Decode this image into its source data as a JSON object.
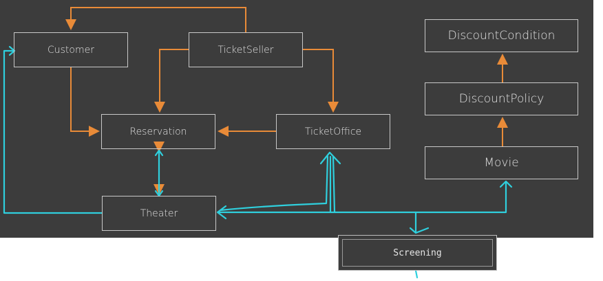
{
  "diagram": {
    "colors": {
      "background": "#3c3c3c",
      "box_border": "#c9c9c9",
      "orange_arrow": "#e98b38",
      "cyan_annotation": "#2fd0de"
    },
    "nodes": {
      "customer": "Customer",
      "ticketseller": "TicketSeller",
      "reservation": "Reservation",
      "ticketoffice": "TicketOffice",
      "theater": "Theater",
      "discountcondition": "DiscountCondition",
      "discountpolicy": "DiscountPolicy",
      "movie": "Movie",
      "screening": "Screening"
    }
  }
}
